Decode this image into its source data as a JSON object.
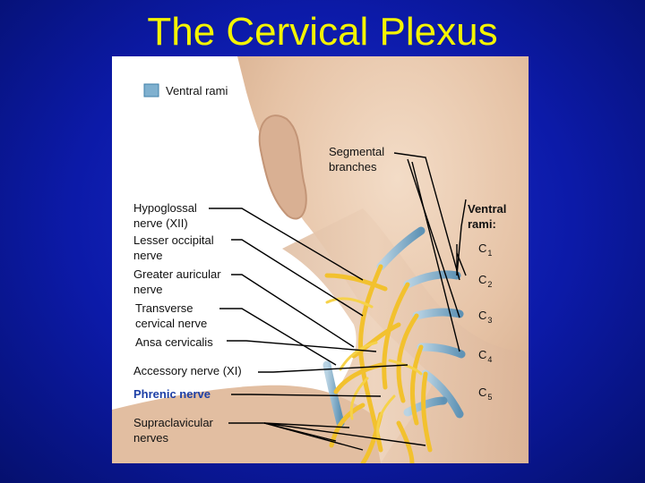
{
  "title": "The Cervical Plexus",
  "legend": {
    "label": "Ventral rami",
    "swatch_color": "#7fb0cf"
  },
  "segmental": {
    "line1": "Segmental",
    "line2": "branches"
  },
  "ventral_rami_header": {
    "line1": "Ventral",
    "line2": "rami:"
  },
  "levels": [
    {
      "letter": "C",
      "sub": "1"
    },
    {
      "letter": "C",
      "sub": "2"
    },
    {
      "letter": "C",
      "sub": "3"
    },
    {
      "letter": "C",
      "sub": "4"
    },
    {
      "letter": "C",
      "sub": "5"
    }
  ],
  "labels": {
    "hypoglossal": {
      "line1": "Hypoglossal",
      "line2": "nerve (XII)"
    },
    "lesser_occipital": {
      "line1": "Lesser occipital",
      "line2": "nerve"
    },
    "greater_auricular": {
      "line1": "Greater auricular",
      "line2": "nerve"
    },
    "transverse_cervical": {
      "line1": "Transverse",
      "line2": "cervical nerve"
    },
    "ansa_cervicalis": "Ansa cervicalis",
    "accessory": "Accessory nerve (XI)",
    "phrenic": "Phrenic nerve",
    "supraclavicular": {
      "line1": "Supraclavicular",
      "line2": "nerves"
    }
  },
  "colors": {
    "background": "#0c1aa8",
    "title": "#f4f400",
    "skin": "#e9c9ae",
    "nerve": "#f2c12e",
    "rami": "#8fb6cf",
    "phrenic_label": "#1d3fa6"
  }
}
